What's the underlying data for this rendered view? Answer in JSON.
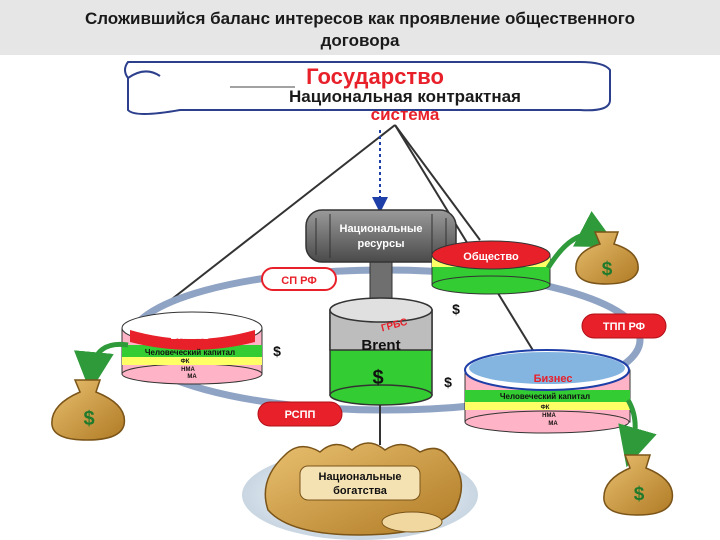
{
  "title": {
    "line1": "Сложившийся баланс интересов как проявление общественного",
    "line2": "договора"
  },
  "top": {
    "state": "Государство",
    "system_line1": "Национальная контрактная",
    "system_line2": "система"
  },
  "center": {
    "resources_line1": "Национальные",
    "resources_line2": "ресурсы",
    "brent": "Brent",
    "grbs": "ГРБС",
    "dollar": "$"
  },
  "nodes": {
    "society": "Общество",
    "power": "Власть",
    "business": "Бизнес",
    "human_capital": "Человеческий капитал",
    "fk": "ФК",
    "nma": "НМА",
    "ma": "МА"
  },
  "tags": {
    "sp_rf": "СП РФ",
    "tpp_rf": "ТПП РФ",
    "rspp": "РСПП"
  },
  "wealth": {
    "line1": "Национальные",
    "line2": "богатства"
  },
  "money": {
    "symbol": "$"
  },
  "colors": {
    "red": "#e8202a",
    "green": "#33cc33",
    "yellow": "#ffff66",
    "pink": "#ffb3c6",
    "ring": "#8fa3c4",
    "bag": "#d9a441",
    "dark_green": "#1f7a2c"
  }
}
